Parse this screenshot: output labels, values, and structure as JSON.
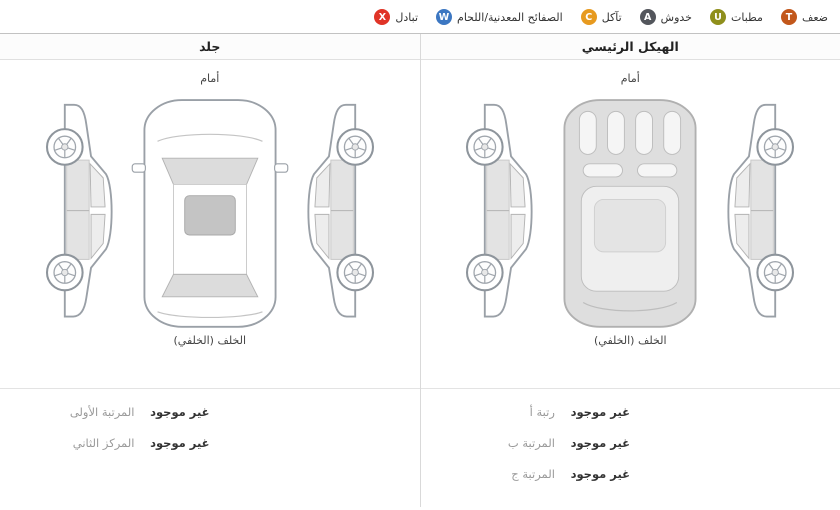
{
  "legend": {
    "items": [
      {
        "code": "T",
        "label": "ضعف",
        "color": "#c2571b"
      },
      {
        "code": "U",
        "label": "مطبات",
        "color": "#8f8f1c"
      },
      {
        "code": "A",
        "label": "خدوش",
        "color": "#53565c"
      },
      {
        "code": "C",
        "label": "تآكل",
        "color": "#e79a1f"
      },
      {
        "code": "W",
        "label": "الصفائح المعدنية/اللحام",
        "color": "#3c77c2"
      },
      {
        "code": "X",
        "label": "تبادل",
        "color": "#e03427"
      }
    ]
  },
  "panels": {
    "main": {
      "title": "الهيكل الرئيسي",
      "front_label": "أمام",
      "rear_label": "الخلف (الخلفي)",
      "rows": [
        {
          "value": "غير موجود",
          "label": "رتبة أ"
        },
        {
          "value": "غير موجود",
          "label": "المرتبة ب"
        },
        {
          "value": "غير موجود",
          "label": "المرتبة ج"
        }
      ]
    },
    "leather": {
      "title": "جلد",
      "front_label": "أمام",
      "rear_label": "الخلف (الخلفي)",
      "rows": [
        {
          "value": "غير موجود",
          "label": "المرتبة الأولى"
        },
        {
          "value": "غير موجود",
          "label": "المركز الثاني"
        }
      ]
    }
  }
}
